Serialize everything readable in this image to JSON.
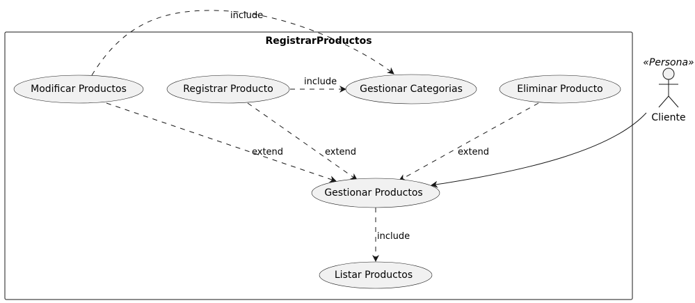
{
  "boundary": {
    "title": "RegistrarProductos"
  },
  "actor": {
    "name": "Cliente",
    "stereotype": "«Persona»"
  },
  "use_cases": {
    "modificar": "Modificar Productos",
    "registrar": "Registrar Producto",
    "categorias": "Gestionar Categorias",
    "eliminar": "Eliminar Producto",
    "gestionar": "Gestionar Productos",
    "listar": "Listar Productos"
  },
  "relations": {
    "modificar_categorias": "include",
    "registrar_categorias": "include",
    "modificar_gestionar": "extend",
    "registrar_gestionar": "extend",
    "eliminar_gestionar": "extend",
    "gestionar_listar": "include"
  }
}
